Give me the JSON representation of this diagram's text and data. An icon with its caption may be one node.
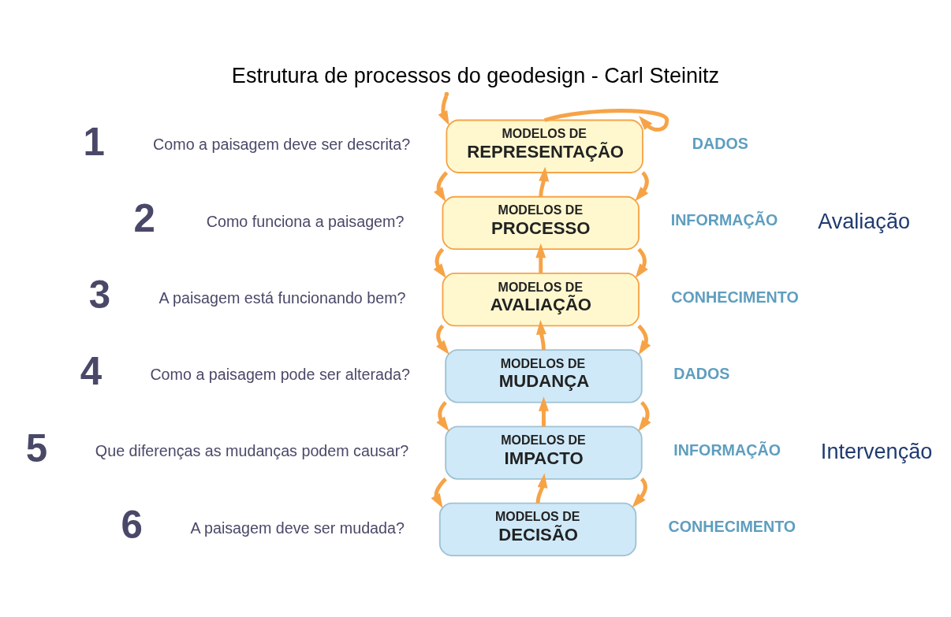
{
  "diagram": {
    "title": "Estrutura de processos do geodesign - Carl Steinitz",
    "nodes": [
      {
        "text": [
          "MODELOS DE",
          "REPRESENTAÇÃO"
        ]
      },
      {
        "text": [
          "MODELOS DE",
          "PROCESSO"
        ]
      },
      {
        "text": [
          "MODELOS DE",
          "AVALIAÇÃO"
        ]
      },
      {
        "text": [
          "MODELOS DE",
          "MUDANÇA"
        ]
      },
      {
        "text": [
          "MODELOS DE",
          "IMPACTO"
        ]
      },
      {
        "text": [
          "MODELOS DE",
          "DECISÃO"
        ]
      }
    ],
    "edges": [
      {
        "from": null,
        "to": 0,
        "arrow": "to"
      },
      {
        "from": 0,
        "to": 0,
        "arrow": "to"
      },
      {
        "from": 0,
        "to": 1,
        "arrow": "to"
      },
      {
        "from": 1,
        "to": 0,
        "arrow": "to"
      },
      {
        "from": 0,
        "to": 1,
        "arrow": "to"
      },
      {
        "from": 1,
        "to": 2,
        "arrow": "to"
      },
      {
        "from": 2,
        "to": 1,
        "arrow": "to"
      },
      {
        "from": 1,
        "to": 2,
        "arrow": "to"
      },
      {
        "from": 2,
        "to": 3,
        "arrow": "to"
      },
      {
        "from": 3,
        "to": 2,
        "arrow": "to"
      },
      {
        "from": 2,
        "to": 3,
        "arrow": "to"
      },
      {
        "from": 3,
        "to": 4,
        "arrow": "to"
      },
      {
        "from": 4,
        "to": 3,
        "arrow": "to"
      },
      {
        "from": 3,
        "to": 4,
        "arrow": "to"
      },
      {
        "from": 4,
        "to": 5,
        "arrow": "to"
      },
      {
        "from": 5,
        "to": 4,
        "arrow": "to"
      },
      {
        "from": 4,
        "to": 5,
        "arrow": "to"
      }
    ],
    "labels": [
      "1",
      "Como a paisagem deve ser descrita?",
      "DADOS",
      "2",
      "Como funciona a paisagem?",
      "INFORMAÇÃO",
      "3",
      "A paisagem está funcionando bem?",
      "CONHECIMENTO",
      "4",
      "Como a paisagem pode ser alterada?",
      "DADOS",
      "5",
      "Que diferenças as mudanças podem causar?",
      "INFORMAÇÃO",
      "6",
      "A paisagem deve ser mudada?",
      "CONHECIMENTO",
      "Avaliação",
      "Intervenção"
    ]
  }
}
